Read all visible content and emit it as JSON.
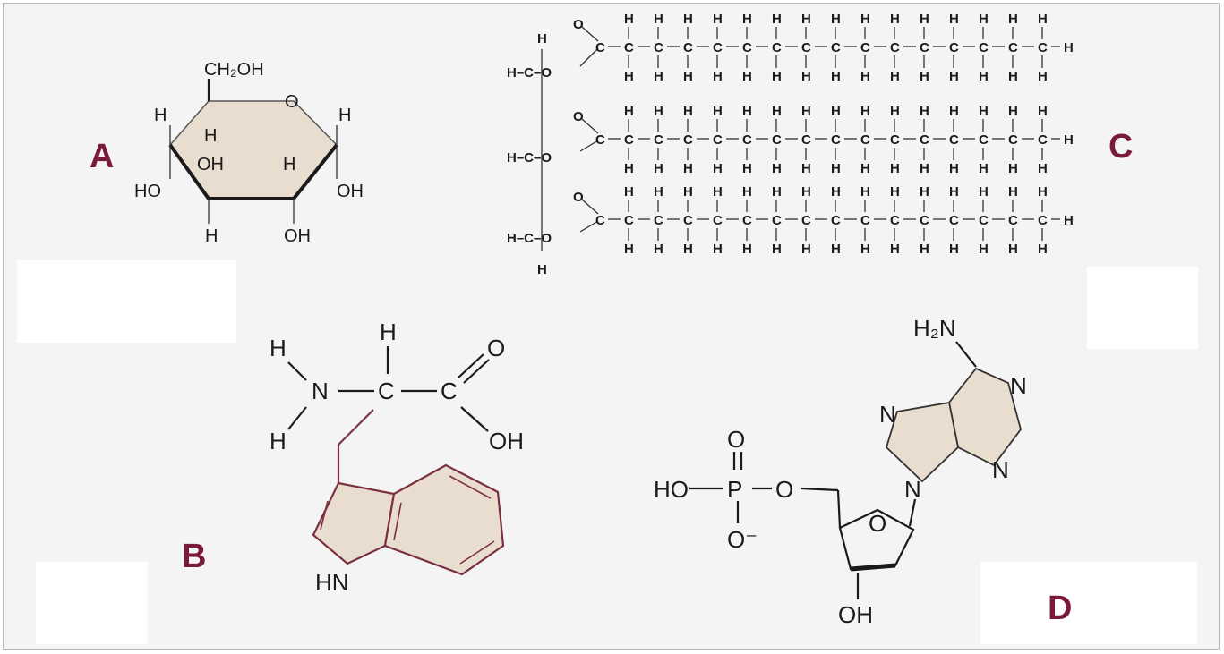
{
  "labels": {
    "a": "A",
    "b": "B",
    "c": "C",
    "d": "D"
  },
  "glucose": {
    "ch2oh": "CH₂OH",
    "ring_o": "O",
    "h_left": "H",
    "h_inner1": "H",
    "oh_inner": "OH",
    "h_inner2": "H",
    "h_right": "H",
    "ho_left": "HO",
    "oh_right": "OH",
    "h_bottom": "H",
    "oh_bottom": "OH"
  },
  "tryptophan": {
    "h_top": "H",
    "o": "O",
    "h_left_top": "H",
    "n": "N",
    "c_alpha": "C",
    "c_carboxyl": "C",
    "h_left_bottom": "H",
    "oh": "OH",
    "hn": "HN"
  },
  "triglyceride": {
    "h": "H",
    "c": "C",
    "o": "O",
    "h_left": "H–C–O",
    "chain_carbons": 15
  },
  "nucleotide": {
    "h2n": "H₂N",
    "n1": "N",
    "n2": "N",
    "n3": "N",
    "n4": "N",
    "o_top": "O",
    "ho": "HO",
    "p": "P",
    "o_link": "O",
    "o_minus": "O⁻",
    "ring_o": "O",
    "oh": "OH"
  },
  "colors": {
    "label": "#7a1a3a",
    "ring_fill": "#e9ddd0",
    "maroon_bond": "#7a3040",
    "background": "#f4f4f4"
  }
}
